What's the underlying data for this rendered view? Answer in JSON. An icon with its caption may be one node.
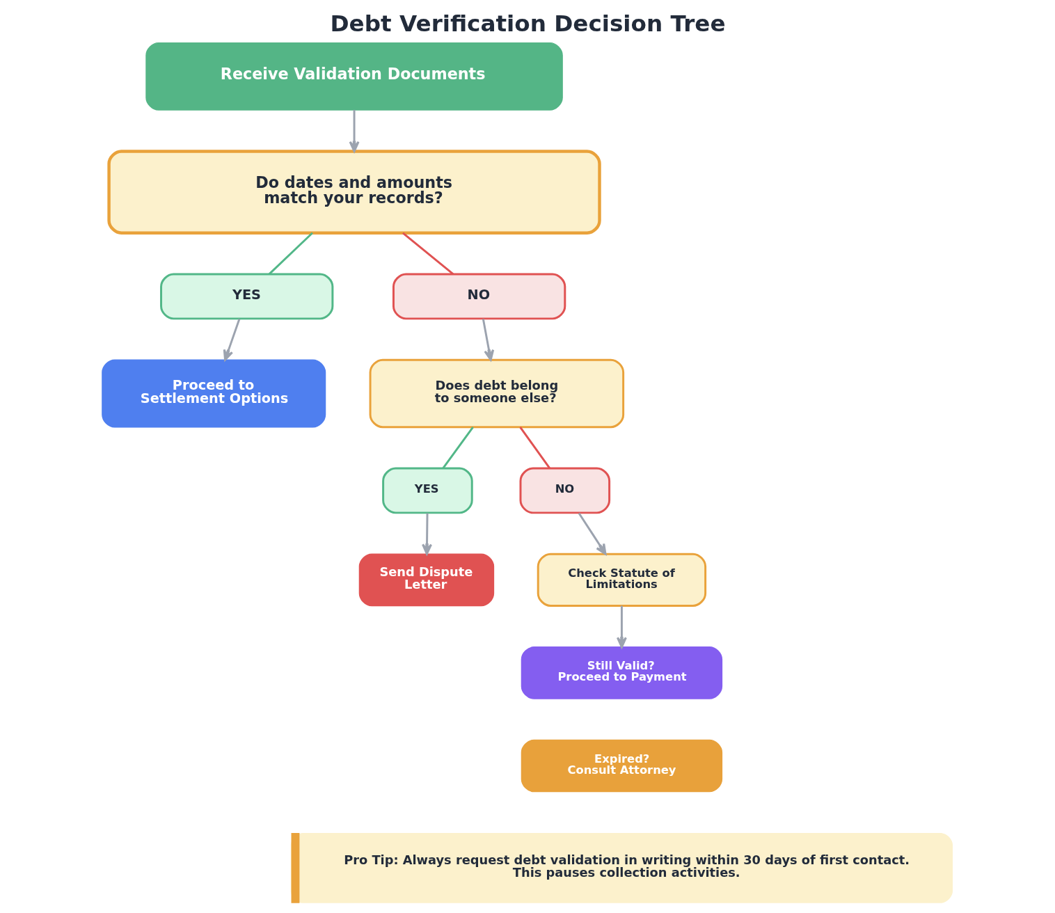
{
  "diagram": {
    "title": "Debt Verification Decision Tree",
    "nodes": [
      {
        "text": [
          "Receive Validation Documents"
        ]
      },
      {
        "text": [
          "Do dates and amounts match your records?"
        ]
      },
      {
        "text": [
          "YES"
        ]
      },
      {
        "text": [
          "NO"
        ]
      },
      {
        "text": [
          "Proceed to Settlement Options"
        ]
      },
      {
        "text": [
          "Does debt belong to someone else?"
        ]
      },
      {
        "text": [
          "YES"
        ]
      },
      {
        "text": [
          "NO"
        ]
      },
      {
        "text": [
          "Send Dispute Letter"
        ]
      },
      {
        "text": [
          "Check Statute of Limitations"
        ]
      },
      {
        "text": [
          "Still Valid? Proceed to Payment"
        ]
      },
      {
        "text": [
          "Expired? Consult Attorney"
        ]
      },
      {
        "text": [
          "Pro Tip: Always request debt validation in writing within 30 days of first contact. This pauses collection activities."
        ]
      }
    ],
    "edges": [
      {
        "from": 0,
        "to": 1,
        "arrow": "to"
      },
      {
        "from": 1,
        "to": 2,
        "arrow": "none",
        "color": "#52b788"
      },
      {
        "from": 1,
        "to": 3,
        "arrow": "none",
        "color": "#e05252"
      },
      {
        "from": 2,
        "to": 4,
        "arrow": "to"
      },
      {
        "from": 3,
        "to": 5,
        "arrow": "to"
      },
      {
        "from": 5,
        "to": 6,
        "arrow": "none",
        "color": "#52b788"
      },
      {
        "from": 5,
        "to": 7,
        "arrow": "none",
        "color": "#e05252"
      },
      {
        "from": 6,
        "to": 8,
        "arrow": "to"
      },
      {
        "from": 7,
        "to": 9,
        "arrow": "to"
      },
      {
        "from": 9,
        "to": 10,
        "arrow": "to"
      }
    ]
  }
}
